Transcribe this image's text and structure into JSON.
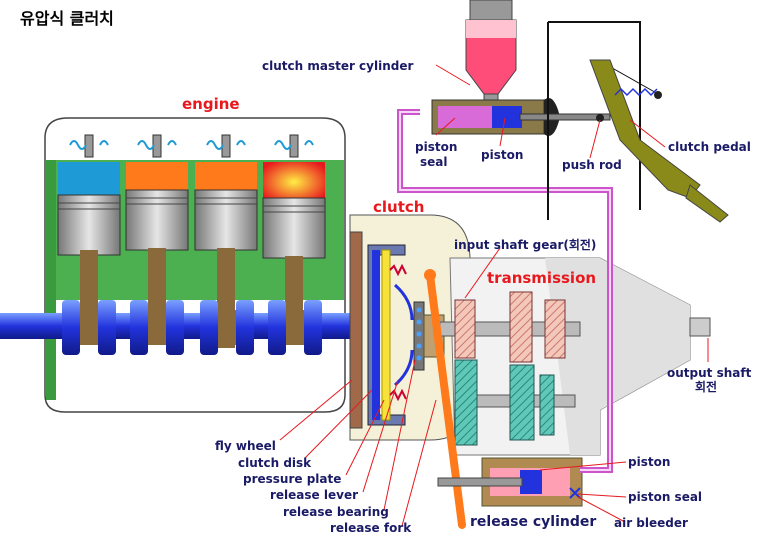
{
  "title": "유압식 클러치",
  "section_labels": {
    "engine": "engine",
    "clutch": "clutch",
    "transmission": "transmission"
  },
  "parts": {
    "clutch_master_cylinder": "clutch master cylinder",
    "piston_seal_top_1": "piston",
    "piston_seal_top_2": "seal",
    "piston_top": "piston",
    "push_rod": "push rod",
    "clutch_pedal": "clutch pedal",
    "input_shaft_gear": "input shaft gear(회전)",
    "output_shaft_1": "output shaft",
    "output_shaft_2": "회전",
    "piston_bottom": "piston",
    "piston_seal_bottom": "piston seal",
    "air_bleeder": "air bleeder",
    "release_cylinder": "release cylinder",
    "fly_wheel": "fly wheel",
    "clutch_disk": "clutch disk",
    "pressure_plate": "pressure plate",
    "release_lever": "release lever",
    "release_bearing": "release bearing",
    "release_fork": "release fork"
  },
  "colors": {
    "label_text": "#1a1a66",
    "section_text": "#e8191e",
    "hydraulic_line": "#cc55cc",
    "crankshaft": "#2233dd",
    "fluid": "#ff4d79",
    "pedal": "#8a8a1a",
    "fork": "#ff7a1a",
    "engine_block": "#4caf50"
  }
}
